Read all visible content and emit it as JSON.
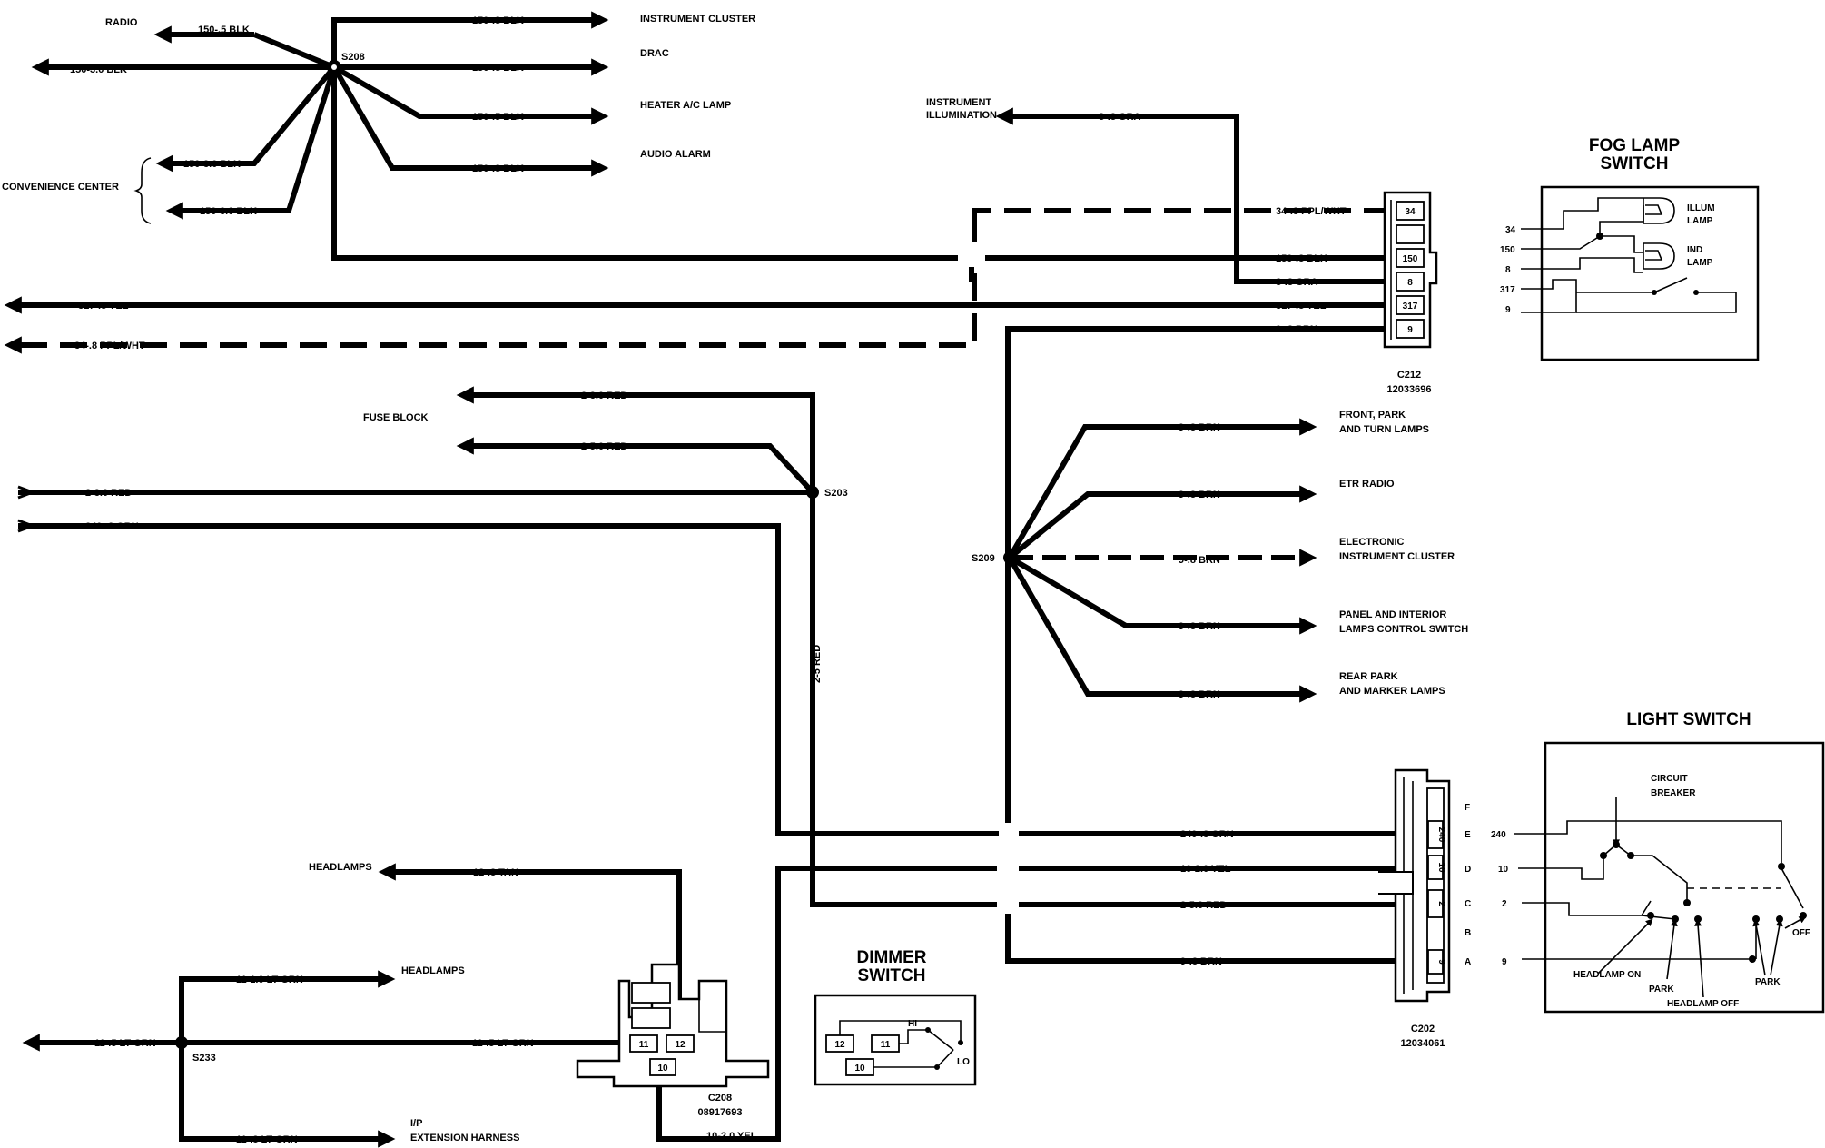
{
  "top_left": {
    "splice": "S208",
    "w_radio": "150-.5 BLK",
    "d_radio": "RADIO",
    "w_cluster": "150-.8 BLK",
    "d_cluster": "INSTRUMENT CLUSTER",
    "w_main": "150-3.0 BLK",
    "w_drac": "150-.8 BLK",
    "d_drac": "DRAC",
    "w_heater": "150-.5 BLK",
    "d_heater": "HEATER A/C LAMP",
    "w_audio": "150-.8 BLK",
    "d_audio": "AUDIO ALARM",
    "conv_label": "CONVENIENCE CENTER",
    "w_conv1": "150-3.0 BLK",
    "w_conv2": "150-3.0 BLK"
  },
  "top_right": {
    "illum_dest_1": "INSTRUMENT",
    "illum_dest_2": "ILLUMINATION",
    "w_gra_top": "8-.8 GRA",
    "w_ppl": "34-.8 PPL/WHT",
    "w_blk": "150-.8 BLK",
    "w_gra": "8-.8 GRA",
    "w_yel": "317-.8 YEL",
    "w_brn": "9-.8 BRN",
    "w_yel_left": "317-.8 YEL",
    "w_ppl_left": "34-.8 PPL/WHT",
    "conn_name": "C212",
    "conn_part": "12033696",
    "pins": [
      "34",
      "150",
      "8",
      "317",
      "9"
    ]
  },
  "fog": {
    "title_1": "FOG LAMP",
    "title_2": "SWITCH",
    "pins": [
      "34",
      "150",
      "8",
      "317",
      "9"
    ],
    "illum_1": "ILLUM",
    "illum_2": "LAMP",
    "ind_1": "IND",
    "ind_2": "LAMP"
  },
  "fuse": {
    "label": "FUSE BLOCK",
    "w1": "2-3.0 RED",
    "w2": "2-5.0 RED",
    "w3": "2-3.0 RED",
    "w_orn": "240-.8 ORN",
    "splice": "S203",
    "w_vert": "2-5 RED"
  },
  "s209": {
    "splice": "S209",
    "w1": "9-.8 BRN",
    "d1a": "FRONT, PARK",
    "d1b": "AND TURN LAMPS",
    "w2": "9-.8 BRN",
    "d2": "ETR RADIO",
    "w3": "9-.8 BRN",
    "d3a": "ELECTRONIC",
    "d3b": "INSTRUMENT CLUSTER",
    "w4": "9-.8 BRN",
    "d4a": "PANEL AND INTERIOR",
    "d4b": "LAMPS CONTROL SWITCH",
    "w5": "9-.8 BRN",
    "d5a": "REAR PARK",
    "d5b": "AND MARKER LAMPS"
  },
  "c202": {
    "w_e": "240-.8 ORN",
    "w_d": "10-2.0 YEL",
    "w_c": "2-5.0 RED",
    "w_a": "9-.8 BRN",
    "letters": [
      "F",
      "E",
      "D",
      "C",
      "B",
      "A"
    ],
    "pins": [
      "240",
      "10",
      "2",
      "9"
    ],
    "conn_name": "C202",
    "conn_part": "12034061"
  },
  "light": {
    "title": "LIGHT SWITCH",
    "cb_1": "CIRCUIT",
    "cb_2": "BREAKER",
    "pins": [
      "240",
      "10",
      "2",
      "9"
    ],
    "hl_on": "HEADLAMP ON",
    "park1": "PARK",
    "hl_off": "HEADLAMP OFF",
    "park2": "PARK",
    "off": "OFF"
  },
  "bottom_left": {
    "d_head_top": "HEADLAMPS",
    "w_tan": "12-.8 TAN",
    "w_grn1": "11-1.0 LT GRN",
    "d_head": "HEADLAMPS",
    "w_grn_left": "11-.5 LT GRN",
    "w_grn_mid": "11-.5 LT GRN",
    "splice": "S233",
    "w_grn_bot": "11-.8 LT GRN",
    "d_ip_1": "I/P",
    "d_ip_2": "EXTENSION HARNESS",
    "conn_name": "C208",
    "conn_part": "08917693",
    "w_yel": "10-2.0 YEL",
    "pins": [
      "11",
      "12",
      "10"
    ]
  },
  "dimmer": {
    "title_1": "DIMMER",
    "title_2": "SWITCH",
    "hi": "HI",
    "lo": "LO",
    "pins": [
      "12",
      "11",
      "10"
    ]
  }
}
